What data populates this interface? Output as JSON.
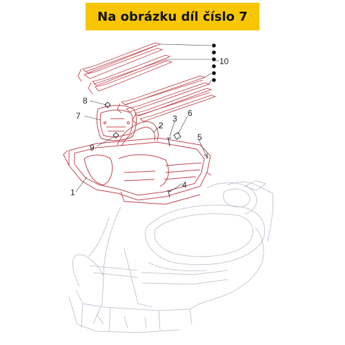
{
  "banner": {
    "text": "Na obrázku díl číslo 7",
    "background": "#f7c600"
  },
  "callouts": [
    "1",
    "2",
    "3",
    "4",
    "5",
    "6",
    "7",
    "8",
    "9",
    "10"
  ],
  "colors": {
    "part_line": "#c0444c",
    "frame_line": "#b9b9c9",
    "ink": "#222222"
  }
}
